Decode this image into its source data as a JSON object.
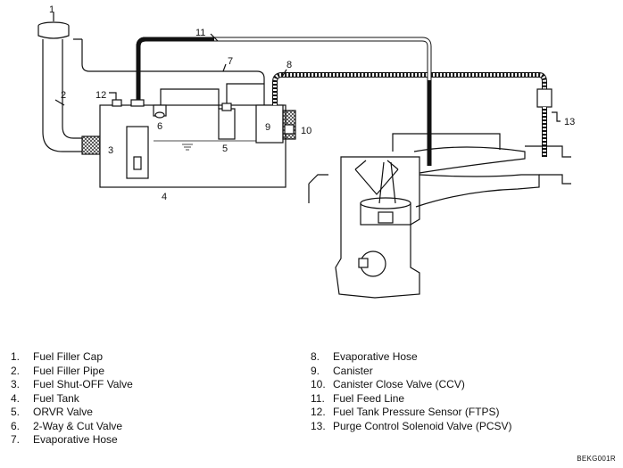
{
  "callouts": [
    "1",
    "2",
    "3",
    "4",
    "5",
    "6",
    "7",
    "8",
    "9",
    "10",
    "11",
    "12",
    "13"
  ],
  "legend": {
    "left": [
      {
        "num": "1.",
        "label": "Fuel Filler Cap"
      },
      {
        "num": "2.",
        "label": "Fuel Filler Pipe"
      },
      {
        "num": "3.",
        "label": "Fuel Shut-OFF Valve"
      },
      {
        "num": "4.",
        "label": "Fuel Tank"
      },
      {
        "num": "5.",
        "label": "ORVR Valve"
      },
      {
        "num": "6.",
        "label": "2-Way & Cut Valve"
      },
      {
        "num": "7.",
        "label": "Evaporative Hose"
      }
    ],
    "right": [
      {
        "num": "8.",
        "label": "Evaporative Hose"
      },
      {
        "num": "9.",
        "label": "Canister"
      },
      {
        "num": "10.",
        "label": "Canister Close Valve (CCV)"
      },
      {
        "num": "11.",
        "label": "Fuel Feed Line"
      },
      {
        "num": "12.",
        "label": "Fuel Tank Pressure Sensor (FTPS)"
      },
      {
        "num": "13.",
        "label": "Purge Control Solenoid Valve (PCSV)"
      }
    ]
  },
  "figure_code": "BEKG001R"
}
